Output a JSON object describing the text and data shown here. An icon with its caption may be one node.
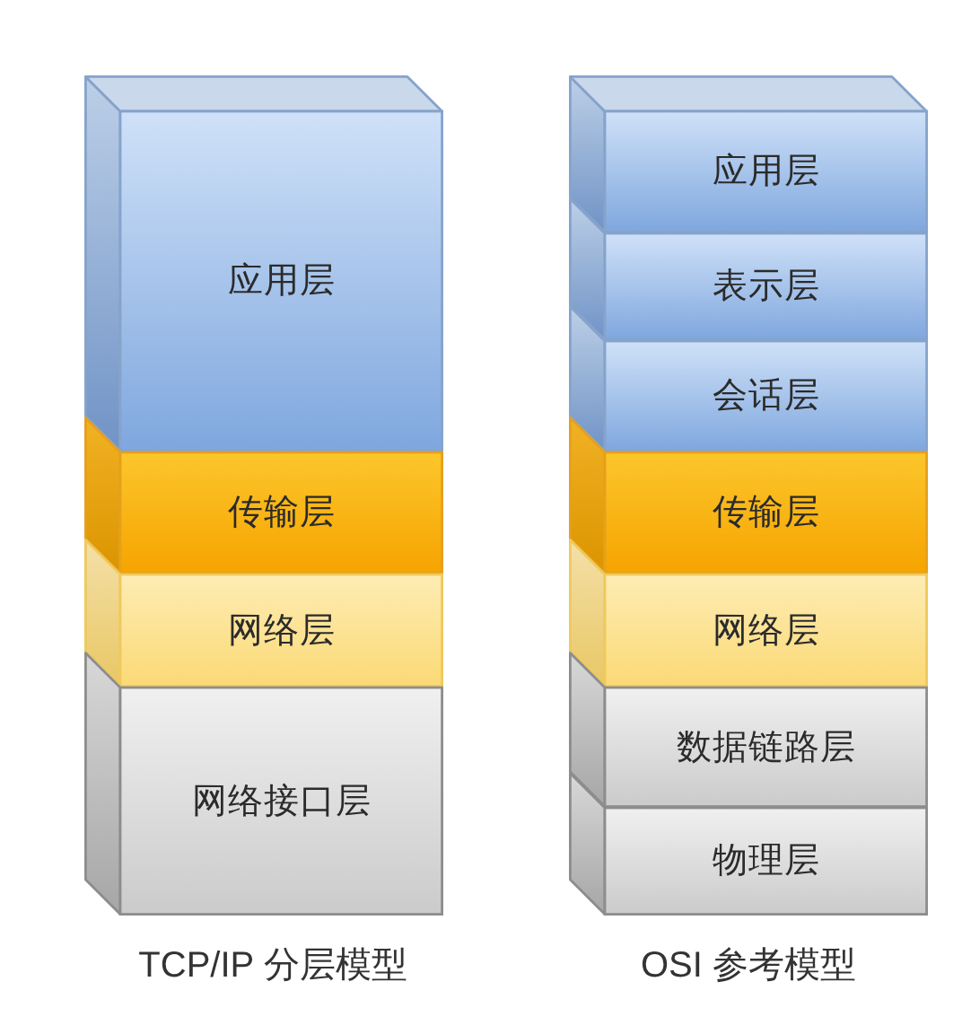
{
  "diagram": {
    "nodes": [
      {
        "text": [
          "应用层"
        ]
      },
      {
        "text": [
          "传输层"
        ]
      },
      {
        "text": [
          "网络层"
        ]
      },
      {
        "text": [
          "网络接口层"
        ]
      },
      {
        "text": [
          "应用层"
        ]
      },
      {
        "text": [
          "表示层"
        ]
      },
      {
        "text": [
          "会话层"
        ]
      },
      {
        "text": [
          "传输层"
        ]
      },
      {
        "text": [
          "网络层"
        ]
      },
      {
        "text": [
          "数据链路层"
        ]
      },
      {
        "text": [
          "物理层"
        ]
      }
    ],
    "labels": [
      "TCP/IP 分层模型",
      "OSI 参考模型"
    ]
  }
}
